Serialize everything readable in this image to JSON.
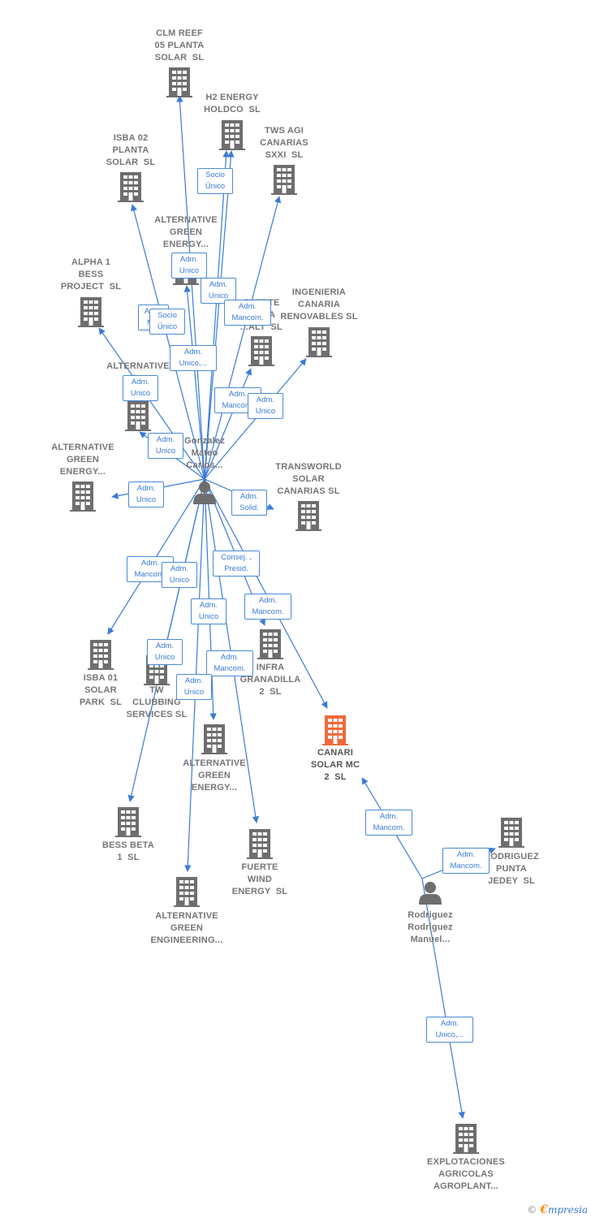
{
  "colors": {
    "edge": "#3a7bd5",
    "building": "#6e6e6e",
    "highlight": "#f26a3b",
    "person": "#6e6e6e"
  },
  "nodes": [
    {
      "id": "clm",
      "kind": "company",
      "lines": [
        "CLM REEF",
        "05 PLANTA",
        "SOLAR  SL"
      ]
    },
    {
      "id": "h2",
      "kind": "company",
      "lines": [
        "H2 ENERGY",
        "HOLDCO  SL"
      ]
    },
    {
      "id": "tws",
      "kind": "company",
      "lines": [
        "TWS AGI",
        "CANARIAS",
        "SXXI  SL"
      ]
    },
    {
      "id": "isba02",
      "kind": "company",
      "lines": [
        "ISBA 02",
        "PLANTA",
        "SOLAR  SL"
      ]
    },
    {
      "id": "age1",
      "kind": "company",
      "lines": [
        "ALTERNATIVE",
        "GREEN",
        "ENERGY..."
      ]
    },
    {
      "id": "alpha",
      "kind": "company",
      "lines": [
        "ALPHA 1",
        "BESS",
        "PROJECT  SL"
      ]
    },
    {
      "id": "fuerte1",
      "kind": "company",
      "lines": [
        "FUERTE",
        "...ADA",
        "...ALT  SL"
      ]
    },
    {
      "id": "ingen",
      "kind": "company",
      "lines": [
        "INGENIERIA",
        "CANARIA",
        "RENOVABLES SL"
      ]
    },
    {
      "id": "age2",
      "kind": "company",
      "lines": [
        "ALTERNATIVE",
        "G...",
        "EN..."
      ]
    },
    {
      "id": "age3",
      "kind": "company",
      "lines": [
        "ALTERNATIVE",
        "GREEN",
        "ENERGY..."
      ]
    },
    {
      "id": "transworld",
      "kind": "company",
      "lines": [
        "TRANSWORLD",
        "SOLAR",
        "CANARIAS SL"
      ]
    },
    {
      "id": "gonzalez",
      "kind": "person",
      "lines": [
        "Gonzalez",
        "Mateo",
        "Carlos..."
      ]
    },
    {
      "id": "isba01",
      "kind": "company",
      "lines": [
        "ISBA 01",
        "SOLAR",
        "PARK  SL"
      ]
    },
    {
      "id": "tw",
      "kind": "company",
      "lines": [
        "TW",
        "CLUBBING",
        "SERVICES SL"
      ]
    },
    {
      "id": "infra",
      "kind": "company",
      "lines": [
        "INFRA",
        "GRANADILLA",
        "2  SL"
      ]
    },
    {
      "id": "canari",
      "kind": "company",
      "highlight": true,
      "lines": [
        "CANARI",
        "SOLAR MC",
        "2  SL"
      ]
    },
    {
      "id": "age4",
      "kind": "company",
      "lines": [
        "ALTERNATIVE",
        "GREEN",
        "ENERGY..."
      ]
    },
    {
      "id": "bess",
      "kind": "company",
      "lines": [
        "BESS BETA",
        "1  SL"
      ]
    },
    {
      "id": "fuertewind",
      "kind": "company",
      "lines": [
        "FUERTE",
        "WIND",
        "ENERGY  SL"
      ]
    },
    {
      "id": "agen",
      "kind": "company",
      "lines": [
        "ALTERNATIVE",
        "GREEN",
        "ENGINEERING..."
      ]
    },
    {
      "id": "rodpunta",
      "kind": "company",
      "lines": [
        "RODRIGUEZ",
        "PUNTA",
        "JEDEY  SL"
      ]
    },
    {
      "id": "rodriguez",
      "kind": "person",
      "lines": [
        "Rodriguez",
        "Rodriguez",
        "Manuel..."
      ]
    },
    {
      "id": "explot",
      "kind": "company",
      "lines": [
        "EXPLOTACIONES",
        "AGRICOLAS",
        "AGROPLANT..."
      ]
    }
  ],
  "edges": [
    {
      "from": "gonzalez",
      "to": "clm"
    },
    {
      "from": "gonzalez",
      "to": "h2"
    },
    {
      "from": "gonzalez",
      "to": "h2"
    },
    {
      "from": "gonzalez",
      "to": "tws"
    },
    {
      "from": "gonzalez",
      "to": "isba02"
    },
    {
      "from": "gonzalez",
      "to": "age1"
    },
    {
      "from": "gonzalez",
      "to": "alpha"
    },
    {
      "from": "gonzalez",
      "to": "fuerte1"
    },
    {
      "from": "gonzalez",
      "to": "ingen"
    },
    {
      "from": "gonzalez",
      "to": "age2"
    },
    {
      "from": "gonzalez",
      "to": "age3"
    },
    {
      "from": "gonzalez",
      "to": "transworld"
    },
    {
      "from": "gonzalez",
      "to": "isba01"
    },
    {
      "from": "gonzalez",
      "to": "tw"
    },
    {
      "from": "gonzalez",
      "to": "infra"
    },
    {
      "from": "gonzalez",
      "to": "canari"
    },
    {
      "from": "gonzalez",
      "to": "age4"
    },
    {
      "from": "gonzalez",
      "to": "bess"
    },
    {
      "from": "gonzalez",
      "to": "fuertewind"
    },
    {
      "from": "gonzalez",
      "to": "agen"
    },
    {
      "from": "rodriguez",
      "to": "canari"
    },
    {
      "from": "rodriguez",
      "to": "rodpunta"
    },
    {
      "from": "rodriguez",
      "to": "explot"
    }
  ],
  "badges": [
    {
      "id": "b-socio-1",
      "lines": [
        "Socio",
        "Único"
      ]
    },
    {
      "id": "b-adm-unico-1",
      "lines": [
        "Adm.",
        "Unico"
      ]
    },
    {
      "id": "b-adm-unico-2",
      "lines": [
        "Adm.",
        "Unico"
      ]
    },
    {
      "id": "b-adm-mancom-1",
      "lines": [
        "Adm.",
        "Mancom."
      ]
    },
    {
      "id": "b-adm-m-1",
      "lines": [
        "Adm.",
        "M..."
      ]
    },
    {
      "id": "b-socio-2",
      "lines": [
        "Socio",
        "Único"
      ]
    },
    {
      "id": "b-adm-unico-dots-1",
      "lines": [
        "Adm.",
        "Unico,..."
      ]
    },
    {
      "id": "b-adm-unico-3",
      "lines": [
        "Adm.",
        "Unico"
      ]
    },
    {
      "id": "b-adm-mancom-2",
      "lines": [
        "Adm.",
        "Mancom."
      ]
    },
    {
      "id": "b-adm-unico-4",
      "lines": [
        "Adm.",
        "Unico"
      ]
    },
    {
      "id": "b-adm-unico-5",
      "lines": [
        "Adm.",
        "Unico"
      ]
    },
    {
      "id": "b-adm-unico-6",
      "lines": [
        "Adm.",
        "Unico"
      ]
    },
    {
      "id": "b-adm-solid",
      "lines": [
        "Adm.",
        "Solid."
      ]
    },
    {
      "id": "b-adm-mancom-3",
      "lines": [
        "Adm.",
        "Mancom."
      ]
    },
    {
      "id": "b-adm-unico-7",
      "lines": [
        "Adm.",
        "Unico"
      ]
    },
    {
      "id": "b-consej",
      "lines": [
        "Consej. ,",
        "Presid."
      ]
    },
    {
      "id": "b-adm-mancom-4",
      "lines": [
        "Adm.",
        "Mancom."
      ]
    },
    {
      "id": "b-adm-unico-8",
      "lines": [
        "Adm.",
        "Unico"
      ]
    },
    {
      "id": "b-adm-unico-9",
      "lines": [
        "Adm.",
        "Unico"
      ]
    },
    {
      "id": "b-adm-mancom-5",
      "lines": [
        "Adm.",
        "Mancom."
      ]
    },
    {
      "id": "b-adm-unico-10",
      "lines": [
        "Adm.",
        "Unico"
      ]
    },
    {
      "id": "b-adm-mancom-6",
      "lines": [
        "Adm.",
        "Mancom."
      ]
    },
    {
      "id": "b-adm-mancom-7",
      "lines": [
        "Adm.",
        "Mancom."
      ]
    },
    {
      "id": "b-adm-unico-dots-2",
      "lines": [
        "Adm.",
        "Unico,..."
      ]
    }
  ],
  "footer": {
    "copyright": "©",
    "brand_e": "€",
    "brand_rest": "mpresia"
  }
}
